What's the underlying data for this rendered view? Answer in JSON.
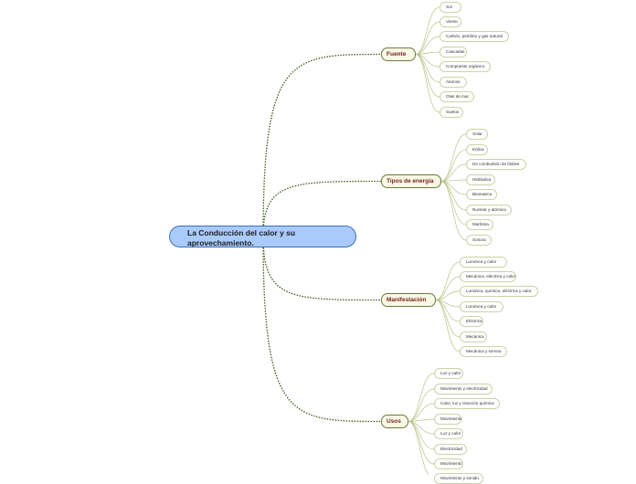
{
  "root": {
    "label": "La Conducción del calor y su aprovechamiento."
  },
  "branches": [
    {
      "label": "Fuente",
      "children": [
        "Sol",
        "Viento",
        "Carbón, petróleo y gas natural",
        "Cascadas",
        "Compuesto orgánico",
        "Átomos",
        "Olas de mar",
        "Suelos"
      ]
    },
    {
      "label": "Tipos de energía",
      "children": [
        "Solar",
        "Eólica",
        "De combustión de fósiles",
        "Hidráulica",
        "Biomasica",
        "Nuclear y atómica",
        "Marítima",
        "Sonora"
      ]
    },
    {
      "label": "Manifestación",
      "children": [
        "Luminica y calor",
        "Mecánica, eléctrica y calor",
        "Luminica, química, eléctrica y calor",
        "Luminica y calor",
        "Eléctrica",
        "Mecánica",
        "Mecánica y sonora"
      ]
    },
    {
      "label": "Usos",
      "children": [
        "Luz y calor",
        "Movimiento y electricidad",
        "Calor, luz y reacción química",
        "Movimiento",
        "Luz y calor",
        "Electricidad",
        "Movimiento",
        "Movimiento y sonido"
      ]
    }
  ]
}
